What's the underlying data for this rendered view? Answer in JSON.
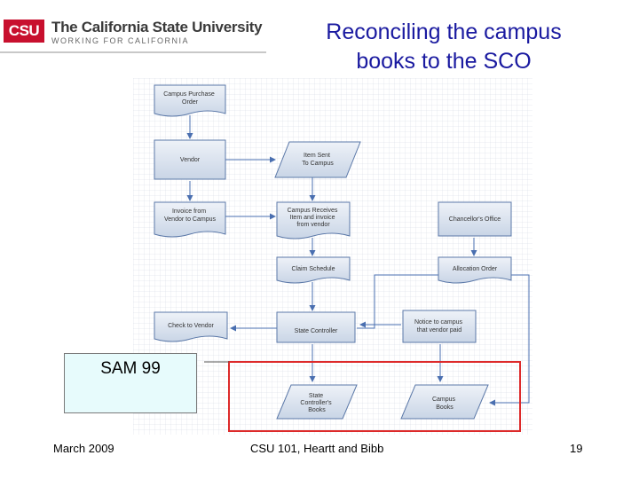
{
  "header": {
    "logo_abbr": "CSU",
    "university_name": "The California State University",
    "tagline": "WORKING FOR CALIFORNIA",
    "title": "Reconciling the campus\nbooks to the SCO"
  },
  "flowchart": {
    "nodes": {
      "campus_po": [
        "Campus Purchase",
        "Order"
      ],
      "vendor": [
        "Vendor"
      ],
      "item_sent": [
        "Item Sent",
        "To Campus"
      ],
      "invoice": [
        "Invoice from",
        "Vendor to Campus"
      ],
      "campus_receives": [
        "Campus Receives",
        "Item and invoice",
        "from vendor"
      ],
      "chancellor": [
        "Chancellor's Office"
      ],
      "claim_schedule": [
        "Claim Schedule"
      ],
      "allocation_order": [
        "Allocation Order"
      ],
      "check_to_vendor": [
        "Check to Vendor"
      ],
      "state_controller": [
        "State Controller"
      ],
      "notice": [
        "Notice to campus",
        "that vendor paid"
      ],
      "sc_books": [
        "State",
        "Controller's",
        "Books"
      ],
      "campus_books": [
        "Campus",
        "Books"
      ]
    }
  },
  "sam_box": {
    "label": "SAM 99"
  },
  "footer": {
    "date": "March 2009",
    "course": "CSU 101, Heartt and Bibb",
    "page": "19"
  },
  "colors": {
    "title": "#1a1aa0",
    "logo": "#c8102e",
    "node_fill": "#dde6f2",
    "node_stroke": "#5b78a8",
    "highlight_box": "#dd2a2a",
    "sam_fill": "#e7fbfc"
  }
}
